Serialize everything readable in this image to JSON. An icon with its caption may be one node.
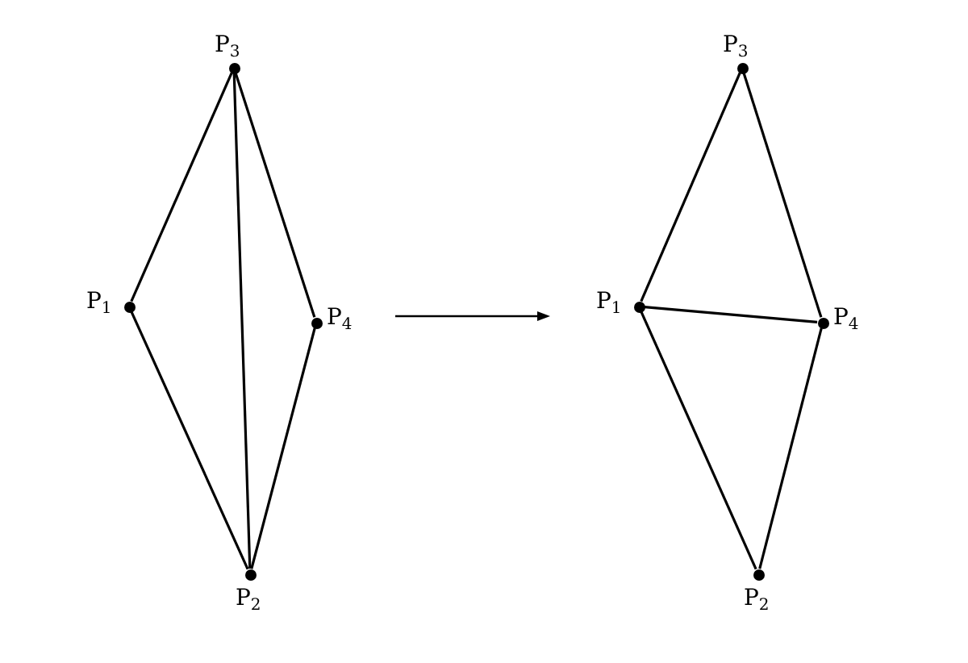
{
  "diagram": {
    "nodes": [
      {
        "text": [
          "P$_{3}$"
        ]
      },
      {
        "text": [
          "P$_{1}$"
        ]
      },
      {
        "text": [
          "P$_{4}$"
        ]
      },
      {
        "text": [
          "P$_{2}$"
        ]
      },
      {
        "text": [
          "P$_{3}$"
        ]
      },
      {
        "text": [
          "P$_{1}$"
        ]
      },
      {
        "text": [
          "P$_{4}$"
        ]
      },
      {
        "text": [
          "P$_{2}$"
        ]
      }
    ],
    "edges": [
      {
        "from": 0,
        "to": 1,
        "arrow": "none"
      },
      {
        "from": 0,
        "to": 2,
        "arrow": "none"
      },
      {
        "from": 0,
        "to": 3,
        "arrow": "none"
      },
      {
        "from": 1,
        "to": 3,
        "arrow": "none"
      },
      {
        "from": 2,
        "to": 3,
        "arrow": "none"
      },
      {
        "from": 4,
        "to": 5,
        "arrow": "none"
      },
      {
        "from": 4,
        "to": 6,
        "arrow": "none"
      },
      {
        "from": 5,
        "to": 6,
        "arrow": "none"
      },
      {
        "from": 5,
        "to": 7,
        "arrow": "none"
      },
      {
        "from": 6,
        "to": 7,
        "arrow": "none"
      }
    ]
  }
}
